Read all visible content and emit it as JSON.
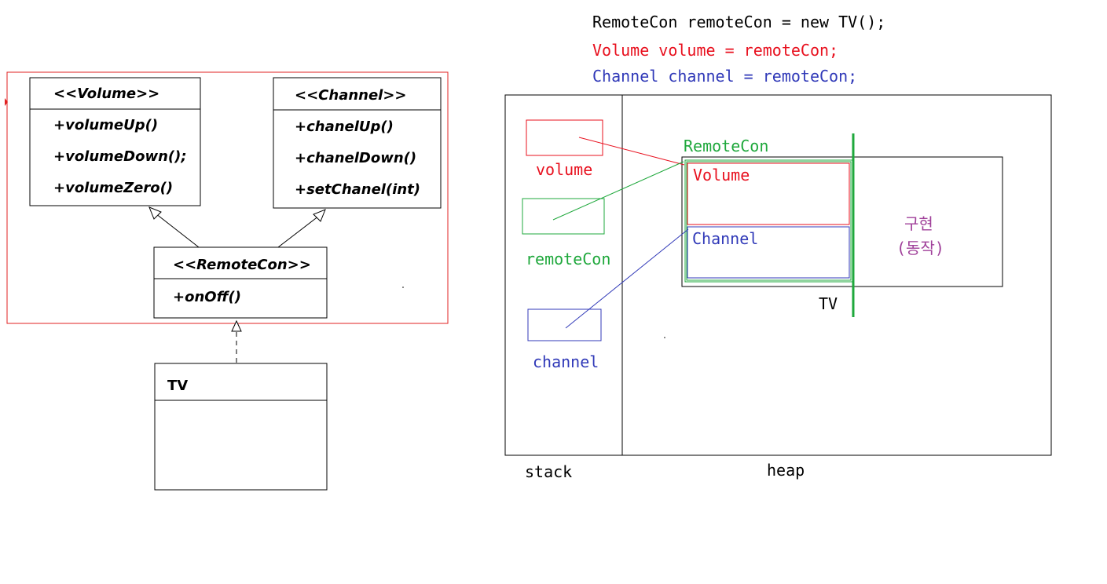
{
  "colors": {
    "black": "#000000",
    "red": "#e8101e",
    "green": "#1fa83c",
    "blue": "#3039b8",
    "purple": "#a0409a",
    "frame_red": "#e02020"
  },
  "code": {
    "line1": "RemoteCon remoteCon = new TV();",
    "line2": "Volume volume = remoteCon;",
    "line3": "Channel channel = remoteCon;"
  },
  "uml": {
    "volume": {
      "title": "<<Volume>>",
      "methods": [
        "+volumeUp()",
        "+volumeDown();",
        "+volumeZero()"
      ]
    },
    "channel": {
      "title": "<<Channel>>",
      "methods": [
        "+chanelUp()",
        "+chanelDown()",
        "+setChanel(int)"
      ]
    },
    "remotecon": {
      "title": "<<RemoteCon>>",
      "methods": [
        "+onOff()"
      ]
    },
    "tv": {
      "title": "TV"
    }
  },
  "memory": {
    "stack_label": "stack",
    "heap_label": "heap",
    "vars": {
      "volume": "volume",
      "remotecon": "remoteCon",
      "channel": "channel"
    },
    "object": {
      "remotecon_label": "RemoteCon",
      "volume_label": "Volume",
      "channel_label": "Channel",
      "tv_label": "TV",
      "impl_line1": "구현",
      "impl_line2": "(동작)"
    }
  }
}
